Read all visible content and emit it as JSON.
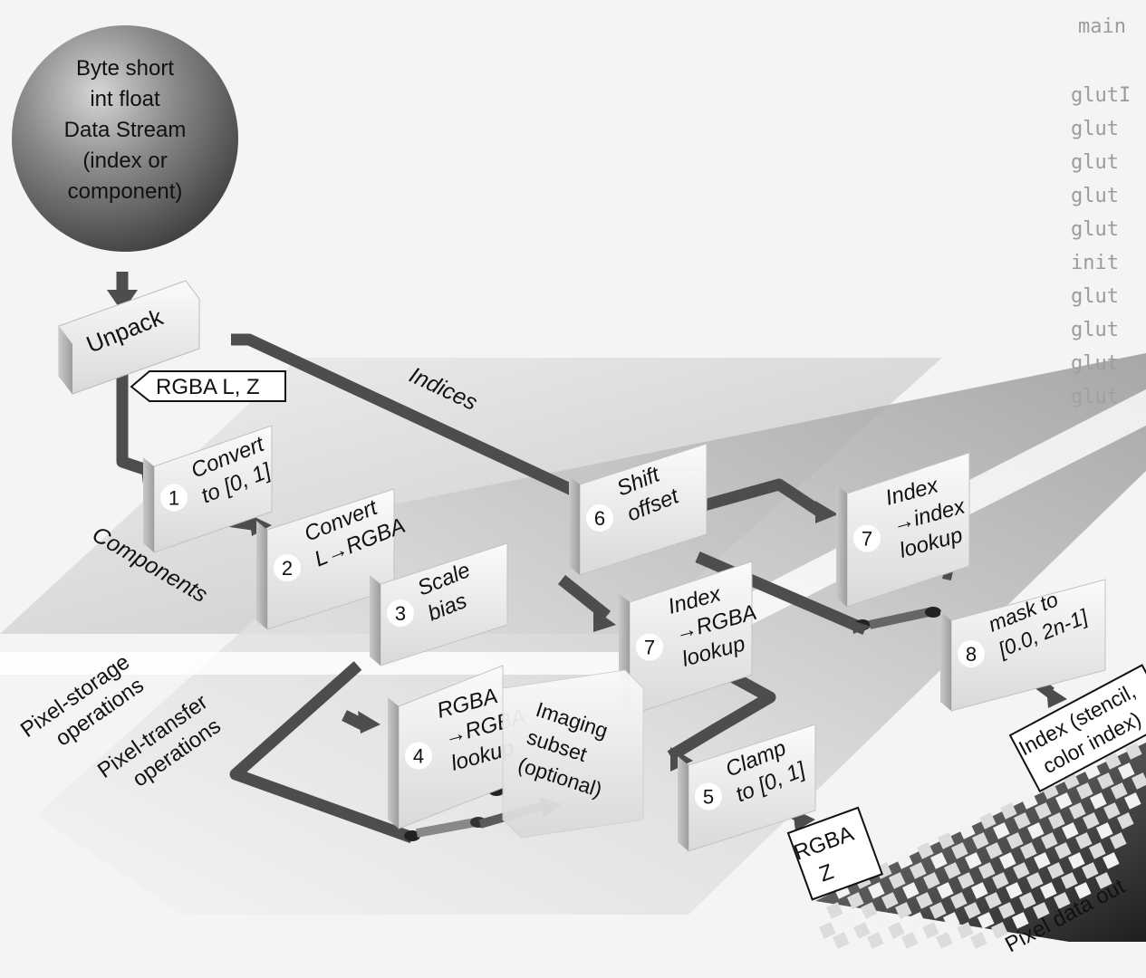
{
  "source_circle": {
    "lines": [
      "Byte short",
      "int float",
      "Data Stream",
      "(index or",
      "component)"
    ]
  },
  "unpack": {
    "label": "Unpack"
  },
  "formats_tag": {
    "label": "RGBA L, Z"
  },
  "indices_label": "Indices",
  "components_label": "Components",
  "pixel_storage_label": [
    "Pixel-storage",
    "operations"
  ],
  "pixel_transfer_label": [
    "Pixel-transfer",
    "operations"
  ],
  "steps": {
    "convert01": {
      "num": "1",
      "lines": [
        "Convert",
        "to [0, 1]"
      ]
    },
    "convert_l_rgba": {
      "num": "2",
      "lines": [
        "Convert",
        "L→RGBA"
      ]
    },
    "scale_bias": {
      "num": "3",
      "lines": [
        "Scale",
        "bias"
      ]
    },
    "rgba_lookup": {
      "num": "4",
      "lines": [
        "RGBA",
        "→RGBA",
        "lookup"
      ]
    },
    "clamp": {
      "num": "5",
      "lines": [
        "Clamp",
        "to [0, 1]"
      ]
    },
    "shift_offset": {
      "num": "6",
      "lines": [
        "Shift",
        "offset"
      ]
    },
    "index_index": {
      "num": "7",
      "lines": [
        "Index",
        "→index",
        "lookup"
      ]
    },
    "index_rgba": {
      "num": "7",
      "lines": [
        "Index",
        "→RGBA",
        "lookup"
      ]
    },
    "mask": {
      "num": "8",
      "lines": [
        "mask to",
        "[0.0, 2n-1]"
      ]
    }
  },
  "imaging_subset": {
    "lines": [
      "Imaging",
      "subset",
      "(optional)"
    ]
  },
  "outputs": {
    "rgba_z": {
      "lines": [
        "RGBA",
        "Z"
      ]
    },
    "index": {
      "lines": [
        "Index (stencil,",
        "color index)"
      ]
    }
  },
  "pixel_data_out": "Pixel data out",
  "background_text": {
    "top": "main",
    "right_column": [
      "glutI",
      "glut",
      "glut",
      "glut",
      "glut",
      "init",
      "glut",
      "glut",
      "glut",
      "glut"
    ]
  }
}
